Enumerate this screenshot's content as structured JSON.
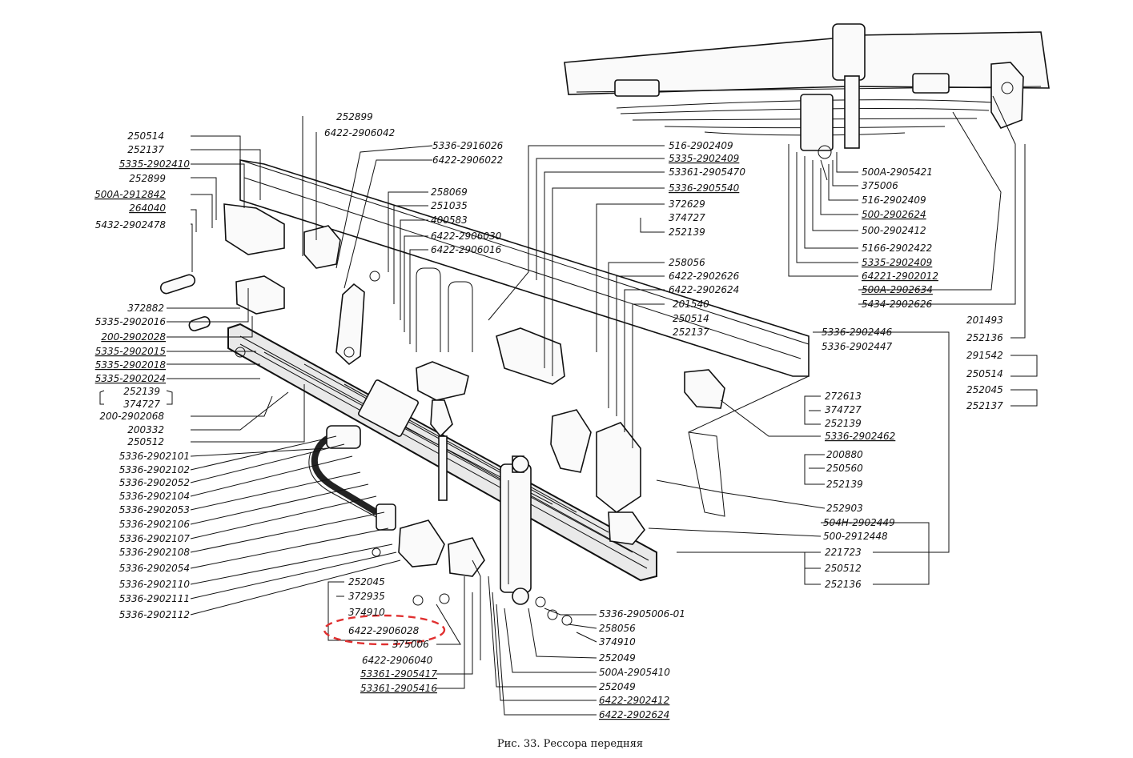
{
  "caption": "Рис. 33. Рессора передняя",
  "colors": {
    "ink": "#111111",
    "highlight": "#e03030",
    "paper": "#ffffff"
  },
  "highlighted_part": "6422-2906028",
  "labels": {
    "left_col": [
      "250514",
      "252137",
      "5335-2902410",
      "252899",
      "500А-2912842",
      "264040",
      "5432-2902478",
      "372882",
      "5335-2902016",
      "200-2902028",
      "5335-2902015",
      "5335-2902018",
      "5335-2902024",
      "252139",
      "374727",
      "200-2902068",
      "200332",
      "250512",
      "5336-2902101",
      "5336-2902102",
      "5336-2902052",
      "5336-2902104",
      "5336-2902053",
      "5336-2902106",
      "5336-2902107",
      "5336-2902108",
      "5336-2902054",
      "5336-2902110",
      "5336-2902111",
      "5336-2902112"
    ],
    "top_center": [
      "252899",
      "6422-2906042",
      "5336-2916026",
      "6422-2906022",
      "258069",
      "251035",
      "400583",
      "6422-2906030",
      "6422-2906016"
    ],
    "center_right": [
      "516-2902409",
      "5335-2902409",
      "53361-2905470",
      "5336-2905540",
      "372629",
      "374727",
      "252139",
      "258056",
      "6422-2902626",
      "6422-2902624",
      "201540",
      "250514",
      "252137"
    ],
    "top_right": [
      "500А-2905421",
      "375006",
      "516-2902409",
      "500-2902624",
      "500-2902412",
      "5166-2902422",
      "5335-2902409",
      "64221-2902012",
      "500А-2902634",
      "5434-2902626"
    ],
    "far_right": [
      "201493",
      "252136",
      "291542",
      "250514",
      "252045",
      "252137"
    ],
    "right_mid": [
      "5336-2902446",
      "5336-2902447",
      "272613",
      "374727",
      "252139",
      "5336-2902462",
      "200880",
      "250560",
      "252139",
      "252903",
      "504Н-2902449",
      "500-2912448",
      "221723",
      "250512",
      "252136"
    ],
    "bottom_center": [
      "252045",
      "372935",
      "374910",
      "6422-2906028",
      "375006",
      "6422-2906040",
      "53361-2905417",
      "53361-2905416"
    ],
    "bottom_right": [
      "5336-2905006-01",
      "258056",
      "374910",
      "252049",
      "500А-2905410",
      "252049",
      "6422-2902412",
      "6422-2902624"
    ]
  }
}
